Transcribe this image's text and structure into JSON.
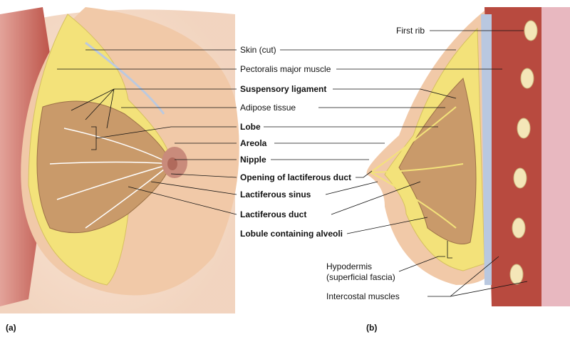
{
  "labels": {
    "first_rib": "First rib",
    "skin_cut": "Skin (cut)",
    "pectoralis": "Pectoralis major muscle",
    "suspensory": "Suspensory ligament",
    "adipose": "Adipose tissue",
    "lobe": "Lobe",
    "areola": "Areola",
    "nipple": "Nipple",
    "opening": "Opening of lactiferous duct",
    "sinus": "Lactiferous sinus",
    "duct": "Lactiferous duct",
    "lobule": "Lobule containing alveoli",
    "hypodermis_1": "Hypodermis",
    "hypodermis_2": "(superficial fascia)",
    "intercostal": "Intercostal muscles"
  },
  "panels": {
    "a": "(a)",
    "b": "(b)"
  },
  "colors": {
    "skin": "#f1c9a8",
    "muscle": "#c8584a",
    "fat": "#f3e27a",
    "lobe": "#c99a6a",
    "rib": "#f4e6b8",
    "fascia": "#b9c8e0"
  }
}
